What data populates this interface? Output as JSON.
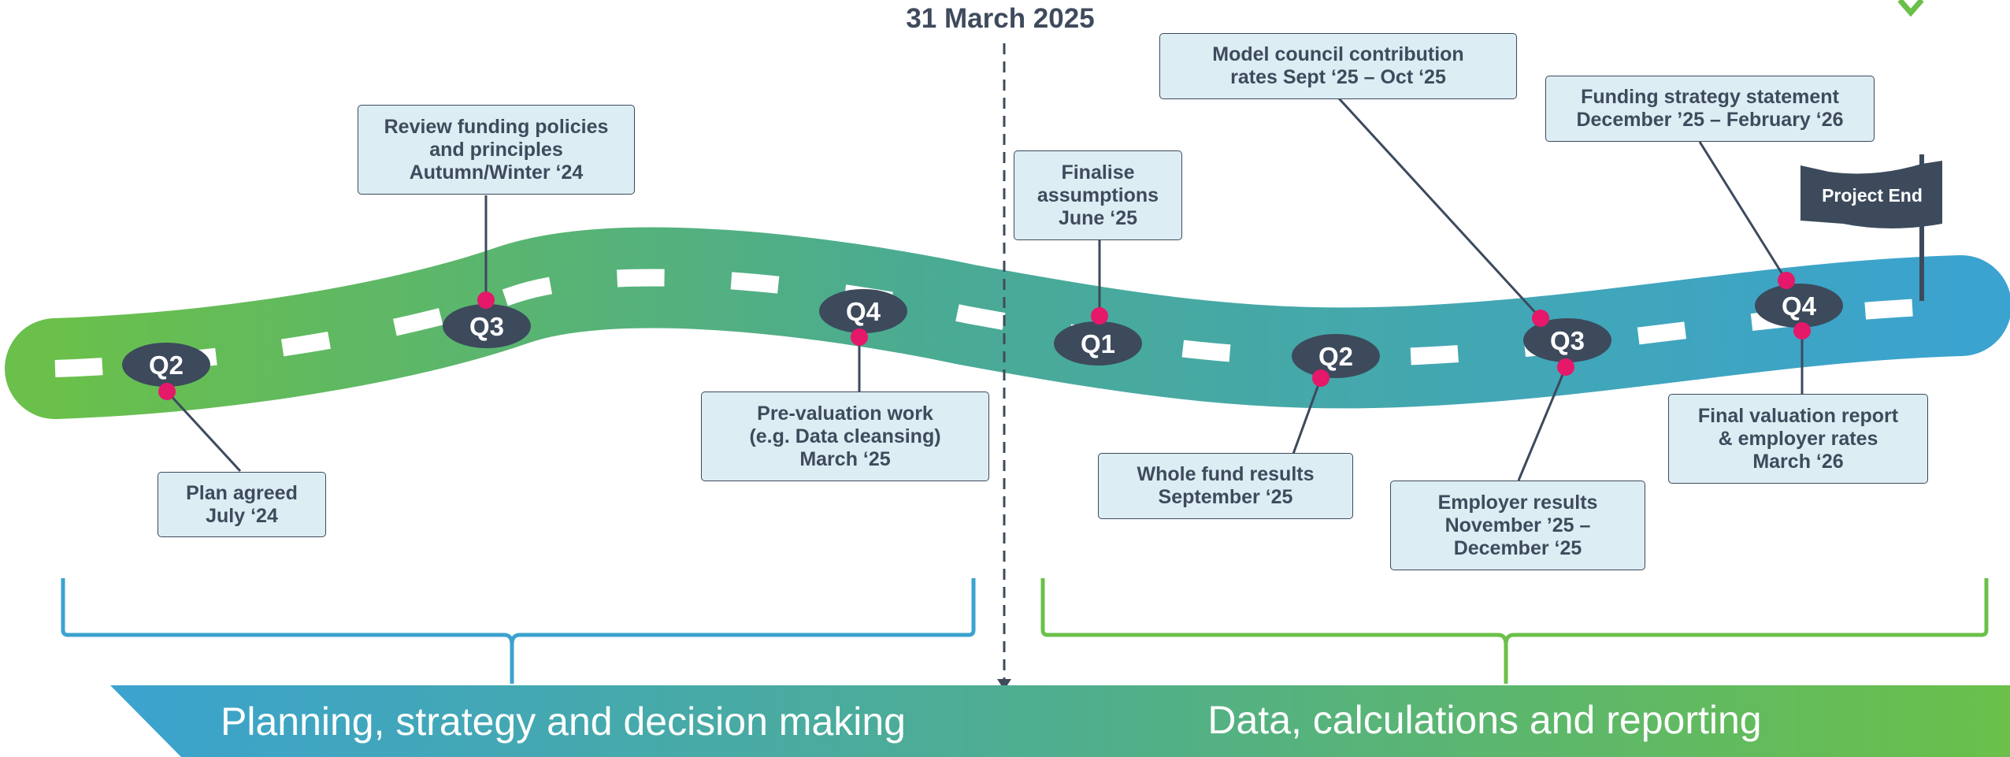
{
  "date_marker": "31 March 2025",
  "project_end": "Project End",
  "quarters": [
    {
      "id": "q2-2024",
      "label": "Q2"
    },
    {
      "id": "q3-2024",
      "label": "Q3"
    },
    {
      "id": "q4-2024",
      "label": "Q4"
    },
    {
      "id": "q1-2025",
      "label": "Q1"
    },
    {
      "id": "q2-2025",
      "label": "Q2"
    },
    {
      "id": "q3-2025",
      "label": "Q3"
    },
    {
      "id": "q4-2025",
      "label": "Q4"
    }
  ],
  "milestones": [
    {
      "name": "plan-agreed",
      "lines": [
        "Plan agreed",
        "July ‘24"
      ]
    },
    {
      "name": "review-funding-policies",
      "lines": [
        "Review funding policies",
        "and principles",
        "Autumn/Winter ‘24"
      ]
    },
    {
      "name": "pre-valuation-work",
      "lines": [
        "Pre-valuation work",
        "(e.g. Data cleansing)",
        "March ‘25"
      ]
    },
    {
      "name": "finalise-assumptions",
      "lines": [
        "Finalise",
        "assumptions",
        "June ‘25"
      ]
    },
    {
      "name": "whole-fund-results",
      "lines": [
        "Whole fund results",
        "September ‘25"
      ]
    },
    {
      "name": "model-council-contribution-rates",
      "lines": [
        "Model council contribution",
        "rates Sept ‘25 – Oct ‘25"
      ]
    },
    {
      "name": "employer-results",
      "lines": [
        "Employer results",
        "November ’25 –",
        "December ‘25"
      ]
    },
    {
      "name": "funding-strategy-statement",
      "lines": [
        "Funding strategy statement",
        "December ’25 – February ‘26"
      ]
    },
    {
      "name": "final-valuation-report",
      "lines": [
        "Final valuation report",
        "& employer rates",
        "March ‘26"
      ]
    }
  ],
  "phases": {
    "planning": "Planning, strategy and decision making",
    "reporting": "Data, calculations and reporting"
  },
  "colors": {
    "road_start": "#6ac04a",
    "road_end": "#3ba3cf",
    "quarter_badge": "#3c4a5c",
    "milestone_dot": "#e5186a",
    "planning_bracket": "#3ba3cf",
    "reporting_bracket": "#6ac04a",
    "box_fill": "#dcedf4",
    "text_dark": "#3f4b5c"
  }
}
